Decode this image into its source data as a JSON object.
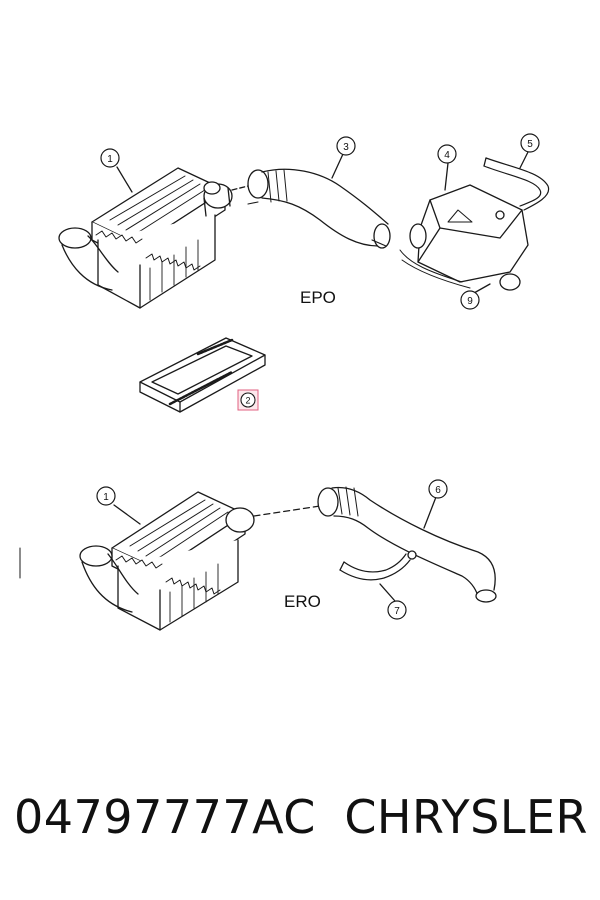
{
  "diagram": {
    "callouts": {
      "c1_top": "1",
      "c2": "2",
      "c3": "3",
      "c4": "4",
      "c5": "5",
      "c9": "9",
      "c1_bottom": "1",
      "c6": "6",
      "c7": "7"
    },
    "labels": {
      "epo": "EPO",
      "ero": "ERO"
    },
    "colors": {
      "line": "#1a1a1a",
      "highlight": "#e06080"
    }
  },
  "footer": {
    "part_number": "04797777AC",
    "brand": "CHRYSLER"
  }
}
